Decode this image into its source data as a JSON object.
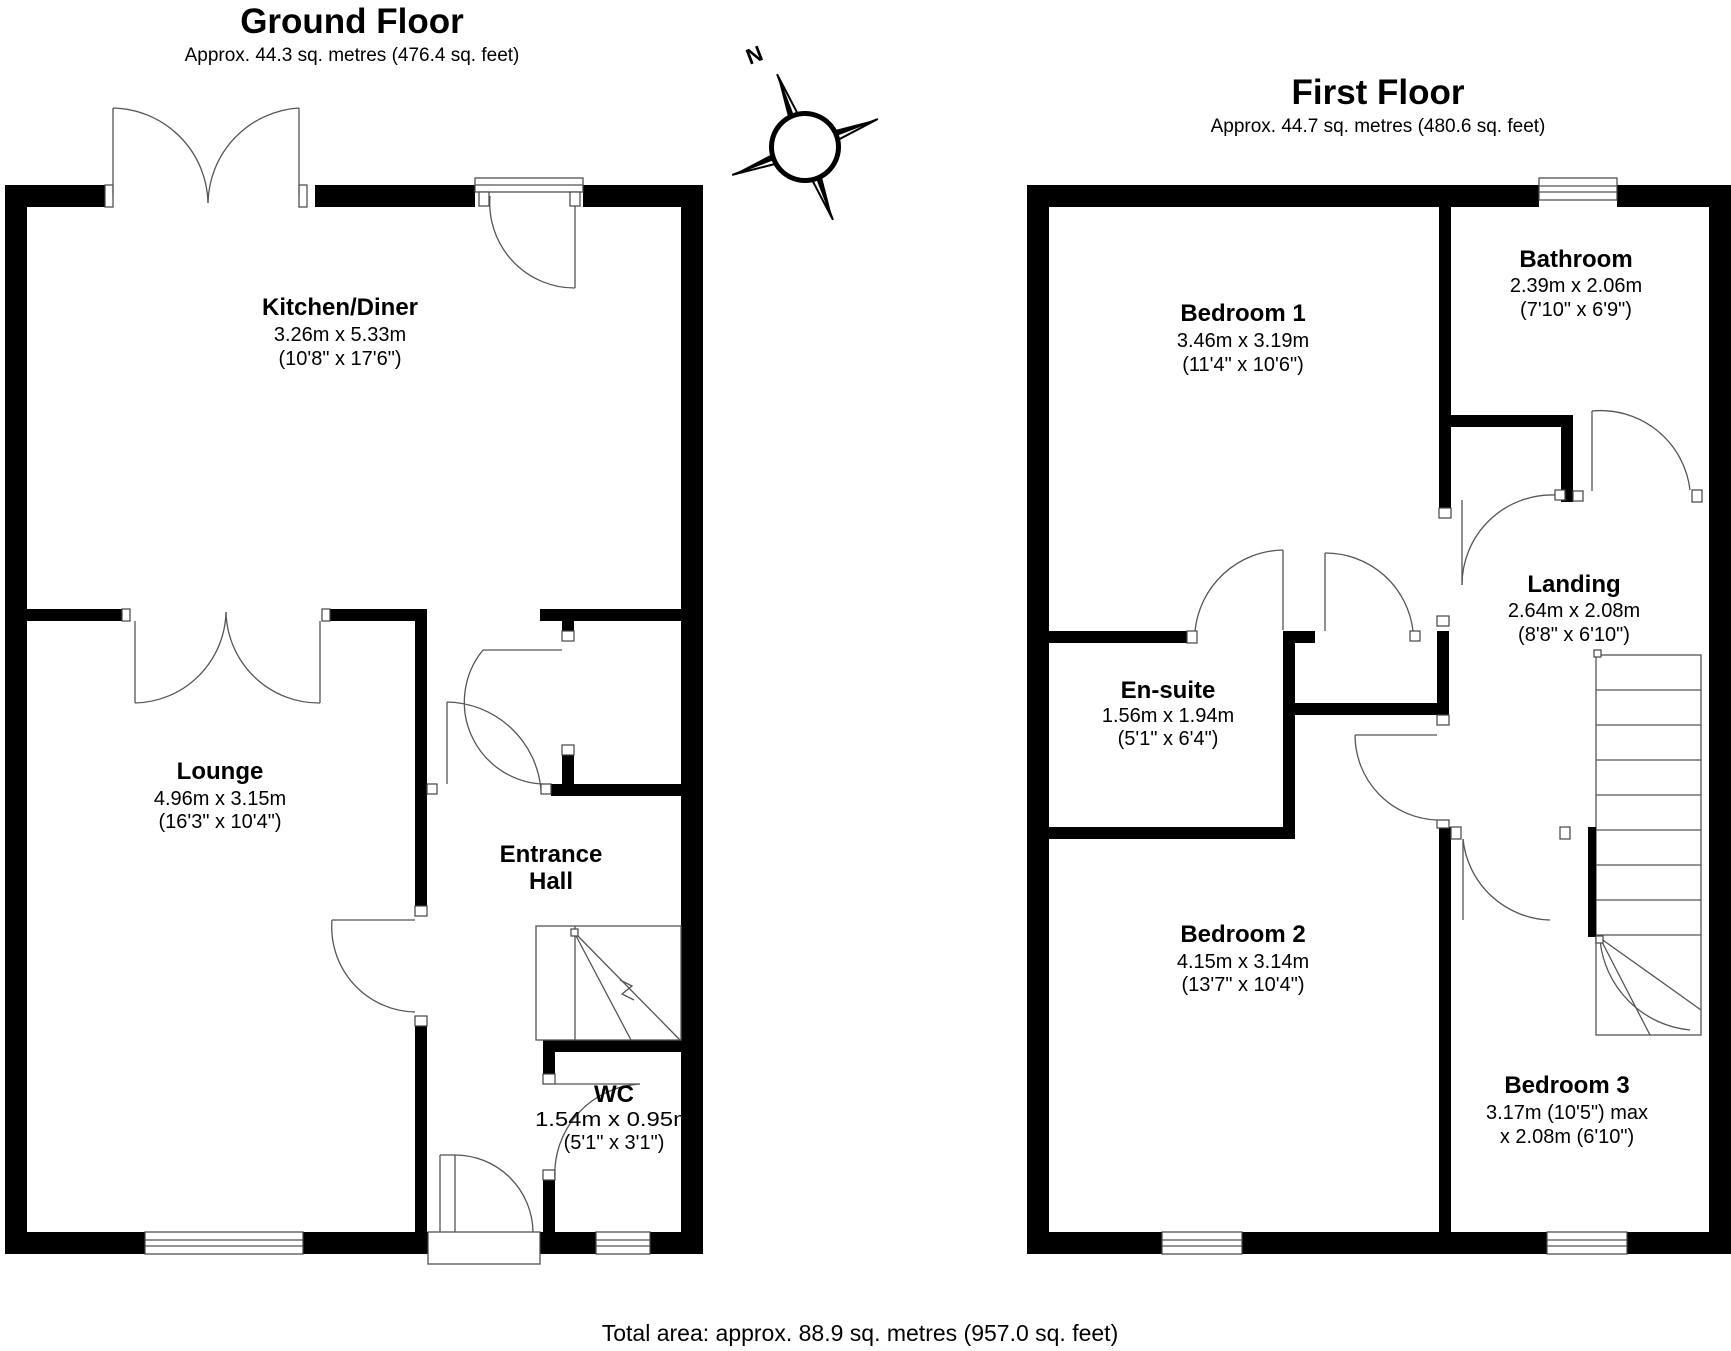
{
  "ground_floor": {
    "title": "Ground Floor",
    "area": "Approx. 44.3 sq. metres (476.4 sq. feet)",
    "rooms": {
      "kitchen": {
        "name": "Kitchen/Diner",
        "metric": "3.26m x 5.33m",
        "imperial": "(10'8\" x 17'6\")"
      },
      "lounge": {
        "name": "Lounge",
        "metric": "4.96m x 3.15m",
        "imperial": "(16'3\" x 10'4\")"
      },
      "hall": {
        "name_line1": "Entrance",
        "name_line2": "Hall"
      },
      "wc": {
        "name": "WC",
        "metric": "1.54m x 0.95m",
        "imperial": "(5'1\" x 3'1\")"
      }
    }
  },
  "first_floor": {
    "title": "First Floor",
    "area": "Approx. 44.7 sq. metres (480.6 sq. feet)",
    "rooms": {
      "bedroom1": {
        "name": "Bedroom 1",
        "metric": "3.46m x 3.19m",
        "imperial": "(11'4\" x 10'6\")"
      },
      "bathroom": {
        "name": "Bathroom",
        "metric": "2.39m x 2.06m",
        "imperial": "(7'10\" x 6'9\")"
      },
      "landing": {
        "name": "Landing",
        "metric": "2.64m x 2.08m",
        "imperial": "(8'8\" x 6'10\")"
      },
      "ensuite": {
        "name": "En-suite",
        "metric": "1.56m x 1.94m",
        "imperial": "(5'1\" x 6'4\")"
      },
      "bedroom2": {
        "name": "Bedroom 2",
        "metric": "4.15m x 3.14m",
        "imperial": "(13'7\" x 10'4\")"
      },
      "bedroom3": {
        "name": "Bedroom 3",
        "metric": "3.17m (10'5\") max",
        "imperial": "x 2.08m (6'10\")"
      }
    }
  },
  "compass": {
    "label": "N"
  },
  "total_area": "Total area: approx. 88.9 sq. metres (957.0 sq. feet)"
}
